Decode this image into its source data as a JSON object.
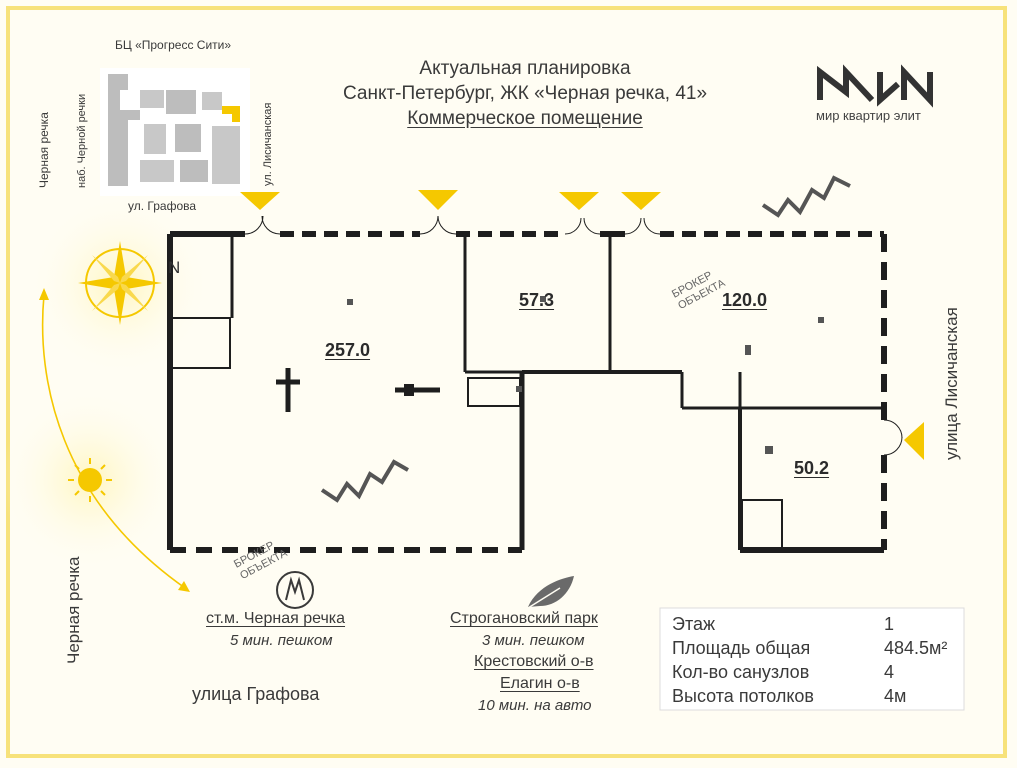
{
  "header": {
    "title_line1": "Актуальная планировка",
    "title_line2": "Санкт-Петербург, ЖК «Черная речка, 41»",
    "title_line3": "Коммерческое помещение"
  },
  "logo": {
    "caption": "мир квартир элит",
    "icon": "mkl-logo-icon"
  },
  "minimap": {
    "top_label": "БЦ «Прогресс Сити»",
    "bottom_label": "ул. Графова",
    "left_label": "наб. Черной речки",
    "right_label": "ул. Лисичанская",
    "outer_left_label": "Черная речка"
  },
  "compass": {
    "north_label": "N"
  },
  "rooms": [
    {
      "area": "257.0"
    },
    {
      "area": "57.3"
    },
    {
      "area": "120.0"
    },
    {
      "area": "50.2"
    }
  ],
  "watermarks": {
    "broker_label_1": "БРОКЕР ОБЪЕКТА",
    "broker_label_2": "БРОКЕР ОБЪЕКТА"
  },
  "streets": {
    "right": "улица Лисичанская",
    "left": "Черная речка",
    "bottom": "улица Графова"
  },
  "metro": {
    "station": "ст.м. Черная речка",
    "time": "5 мин. пешком"
  },
  "park": {
    "name": "Строгановский парк",
    "time": "3 мин. пешком",
    "place1": "Крестовский о-в",
    "place2": "Елагин о-в",
    "time2": "10 мин. на авто"
  },
  "info_table": {
    "rows": [
      {
        "label": "Этаж",
        "value": "1"
      },
      {
        "label": "Площадь общая",
        "value": "484.5м²"
      },
      {
        "label": "Кол-во санузлов",
        "value": "4"
      },
      {
        "label": "Высота потолков",
        "value": "4м"
      }
    ]
  },
  "colors": {
    "accent_yellow": "#f5c800",
    "frame_yellow": "#f7e27a",
    "wall": "#1e1e1e",
    "text": "#3a3a3a"
  }
}
